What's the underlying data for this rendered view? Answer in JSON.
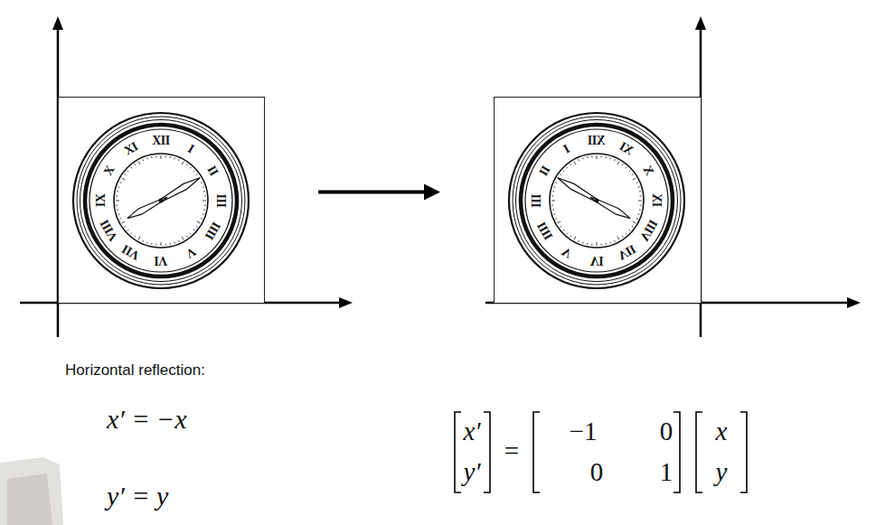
{
  "diagram": {
    "nodes": [
      {
        "text": [
          "XII",
          "I",
          "II",
          "III",
          "IIII",
          "V",
          "VI",
          "VII",
          "VIII",
          "IX",
          "X",
          "XI"
        ]
      },
      {
        "text": [
          "XII",
          "I",
          "II",
          "III",
          "IIII",
          "V",
          "VI",
          "VII",
          "VIII",
          "IX",
          "X",
          "XI"
        ]
      }
    ],
    "edges": [
      {
        "from": 0,
        "to": 1,
        "arrow": "to"
      }
    ],
    "labels": [
      "Horizontal reflection:",
      "x′ = −x",
      "y′ = y",
      "x′",
      "y′",
      "=",
      "−1",
      "0",
      "0",
      "1",
      "x",
      "y"
    ]
  }
}
